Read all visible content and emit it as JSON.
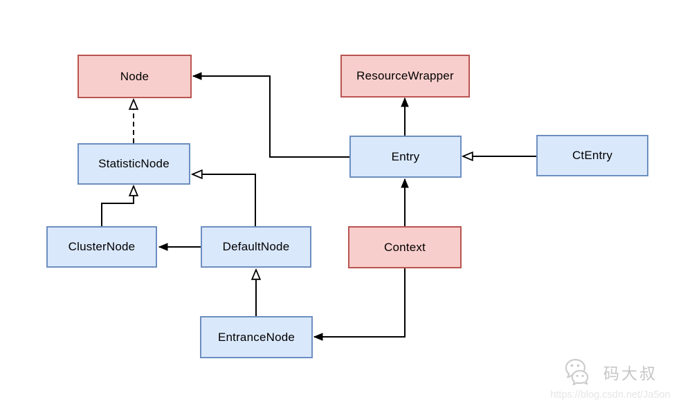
{
  "diagram": {
    "nodes": {
      "node": {
        "label": "Node",
        "fill": "#f8cecc",
        "stroke": "#b85450"
      },
      "resource_wrapper": {
        "label": "ResourceWrapper",
        "fill": "#f8cecc",
        "stroke": "#b85450"
      },
      "statistic_node": {
        "label": "StatisticNode",
        "fill": "#dae8fc",
        "stroke": "#6c8ebf"
      },
      "entry": {
        "label": "Entry",
        "fill": "#dae8fc",
        "stroke": "#6c8ebf"
      },
      "ct_entry": {
        "label": "CtEntry",
        "fill": "#dae8fc",
        "stroke": "#6c8ebf"
      },
      "cluster_node": {
        "label": "ClusterNode",
        "fill": "#dae8fc",
        "stroke": "#6c8ebf"
      },
      "default_node": {
        "label": "DefaultNode",
        "fill": "#dae8fc",
        "stroke": "#6c8ebf"
      },
      "context": {
        "label": "Context",
        "fill": "#f8cecc",
        "stroke": "#b85450"
      },
      "entrance_node": {
        "label": "EntranceNode",
        "fill": "#dae8fc",
        "stroke": "#6c8ebf"
      }
    },
    "edges": [
      {
        "from": "StatisticNode",
        "to": "Node",
        "line": "dashed",
        "arrowhead": "hollow-triangle"
      },
      {
        "from": "Entry",
        "to": "Node",
        "line": "solid",
        "arrowhead": "filled"
      },
      {
        "from": "Entry",
        "to": "ResourceWrapper",
        "line": "solid",
        "arrowhead": "filled"
      },
      {
        "from": "CtEntry",
        "to": "Entry",
        "line": "solid",
        "arrowhead": "hollow-triangle"
      },
      {
        "from": "Context",
        "to": "Entry",
        "line": "solid",
        "arrowhead": "filled"
      },
      {
        "from": "Context",
        "to": "EntranceNode",
        "line": "solid",
        "arrowhead": "filled"
      },
      {
        "from": "ClusterNode",
        "to": "StatisticNode",
        "line": "solid",
        "arrowhead": "hollow-triangle"
      },
      {
        "from": "DefaultNode",
        "to": "StatisticNode",
        "line": "solid",
        "arrowhead": "hollow-triangle"
      },
      {
        "from": "DefaultNode",
        "to": "ClusterNode",
        "line": "solid",
        "arrowhead": "filled"
      },
      {
        "from": "EntranceNode",
        "to": "DefaultNode",
        "line": "solid",
        "arrowhead": "hollow-triangle"
      }
    ]
  },
  "watermark": {
    "name": "码大叔",
    "url": "https://blog.csdn.net/Ja5on",
    "icon": "wechat-icon",
    "name_color": "#c6c6c6",
    "url_color": "#e6e6e6"
  },
  "colors": {
    "background": "#ffffff",
    "line": "#000000",
    "pink_fill": "#f8cecc",
    "pink_stroke": "#b85450",
    "blue_fill": "#dae8fc",
    "blue_stroke": "#6c8ebf"
  }
}
